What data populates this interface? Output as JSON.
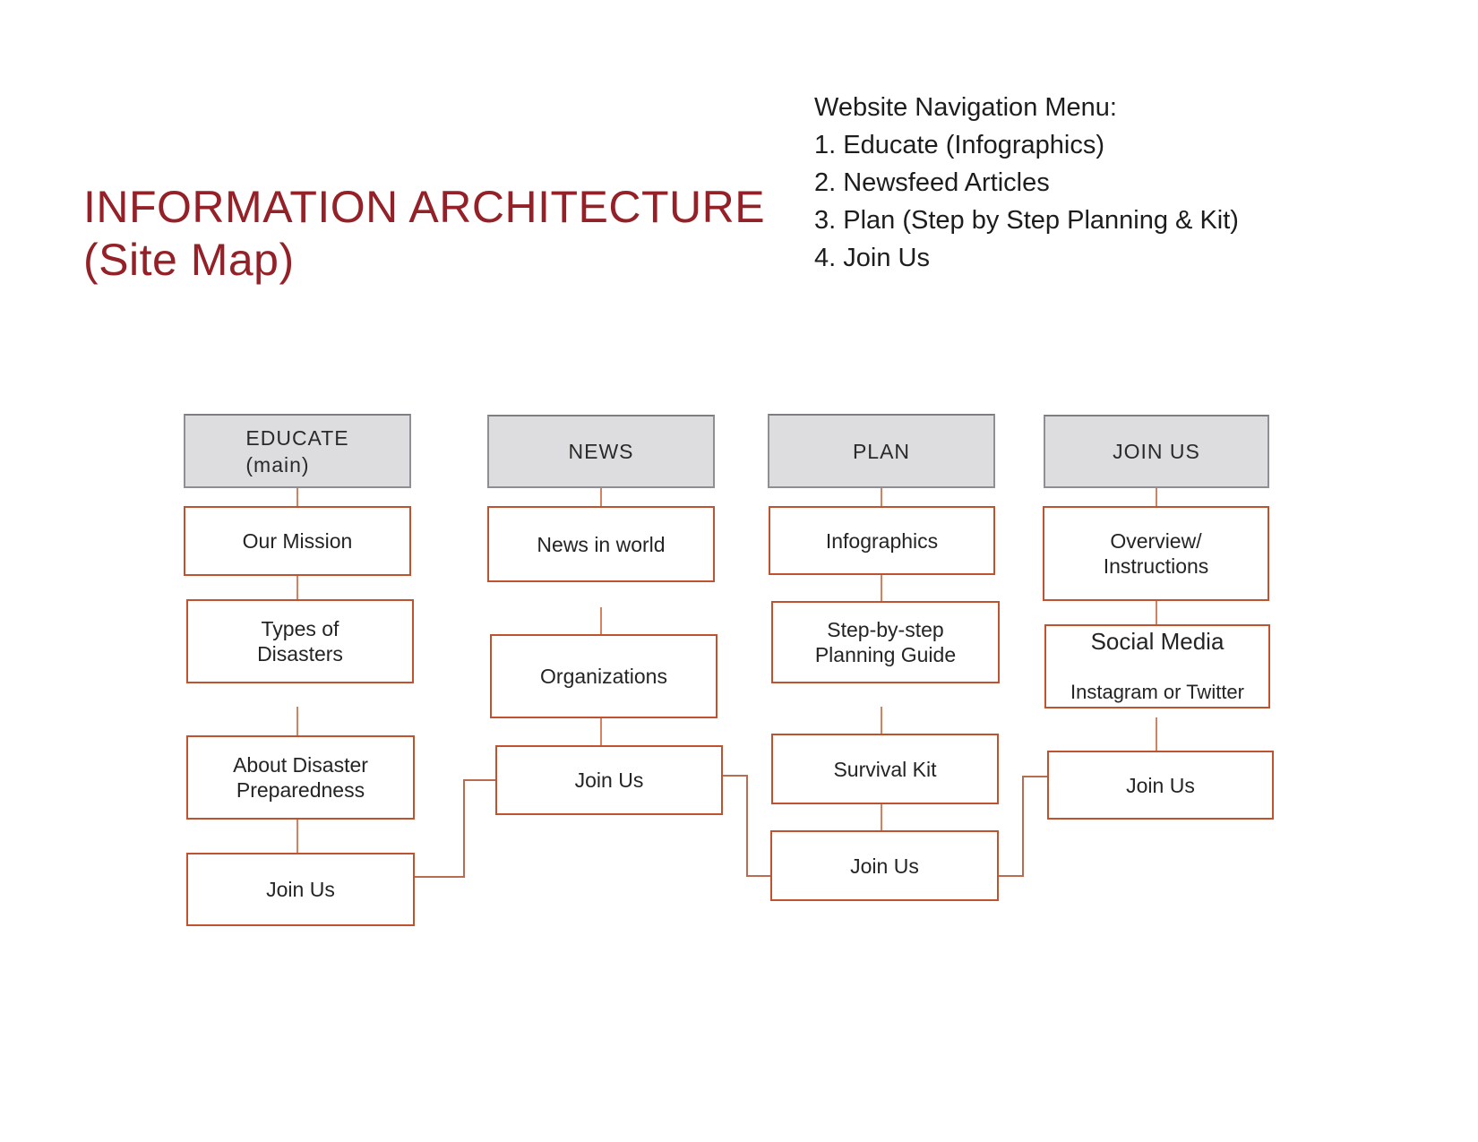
{
  "title": {
    "line1": "INFORMATION ARCHITECTURE",
    "line2": "(Site Map)",
    "color": "#932127"
  },
  "nav_menu": {
    "heading": "Website Navigation Menu:",
    "items": [
      "1. Educate (Infographics)",
      "2. Newsfeed Articles",
      "3. Plan (Step by Step Planning & Kit)",
      "4. Join Us"
    ]
  },
  "colors": {
    "title_red": "#932127",
    "node_border": "#bf5330",
    "stack_layer_1": "#c66a44",
    "stack_layer_2": "#d08a63",
    "stack_layer_3": "#ddab8c",
    "header_fill": "#dddddf",
    "header_border": "#8f8f93",
    "column_connector": "#d5815f",
    "cross_connector": "#b96c50",
    "text": "#242424"
  },
  "sitemap": {
    "columns": [
      {
        "header": "EDUCATE",
        "header_sub": "(main)",
        "nodes": [
          {
            "label": "Our Mission"
          },
          {
            "label": "Types of\nDisasters",
            "stack_layers": 3
          },
          {
            "label": "About Disaster\nPreparedness",
            "stack_layers": 1
          },
          {
            "label": "Join Us"
          }
        ]
      },
      {
        "header": "NEWS",
        "nodes": [
          {
            "label": "News in world",
            "stack_layers": 3
          },
          {
            "label": "Organizations"
          },
          {
            "label": "Join Us"
          }
        ]
      },
      {
        "header": "PLAN",
        "nodes": [
          {
            "label": "Infographics"
          },
          {
            "label": "Step-by-step\nPlanning Guide",
            "stack_layers": 3
          },
          {
            "label": "Survival Kit"
          },
          {
            "label": "Join Us"
          }
        ]
      },
      {
        "header": "JOIN US",
        "nodes": [
          {
            "label": "Overview/\nInstructions"
          },
          {
            "label": "Social Media",
            "sublabel": "Instagram or Twitter",
            "stack_layers": 3
          },
          {
            "label": "Join Us"
          }
        ]
      }
    ]
  }
}
